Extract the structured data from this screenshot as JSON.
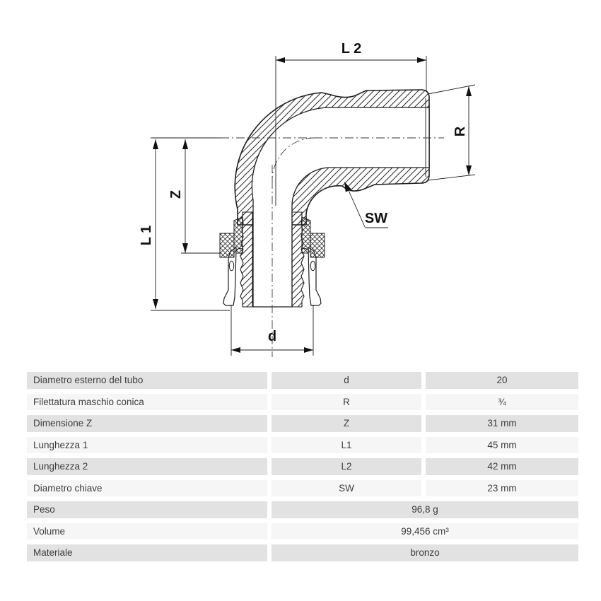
{
  "drawing": {
    "labels": {
      "l2": "L 2",
      "r": "R",
      "z": "Z",
      "l1": "L 1",
      "sw": "SW",
      "d": "d"
    },
    "line_color": "#1d1d1d"
  },
  "table": {
    "rows": [
      {
        "label": "Diametro esterno del tubo",
        "symbol": "d",
        "value": "20"
      },
      {
        "label": "Filettatura maschio conica",
        "symbol": "R",
        "value": "¾"
      },
      {
        "label": "Dimensione Z",
        "symbol": "Z",
        "value": "31 mm"
      },
      {
        "label": "Lunghezza 1",
        "symbol": "L1",
        "value": "45 mm"
      },
      {
        "label": "Lunghezza 2",
        "symbol": "L2",
        "value": "42 mm"
      },
      {
        "label": "Diametro chiave",
        "symbol": "SW",
        "value": "23 mm"
      },
      {
        "label": "Peso",
        "value": "96,8 g"
      },
      {
        "label": "Volume",
        "value": "99,456 cm³"
      },
      {
        "label": "Materiale",
        "value": "bronzo"
      }
    ],
    "colors": {
      "row_dark": "#e2e2e2",
      "row_light": "#f6f6f6",
      "text": "#3d3d3d"
    }
  }
}
